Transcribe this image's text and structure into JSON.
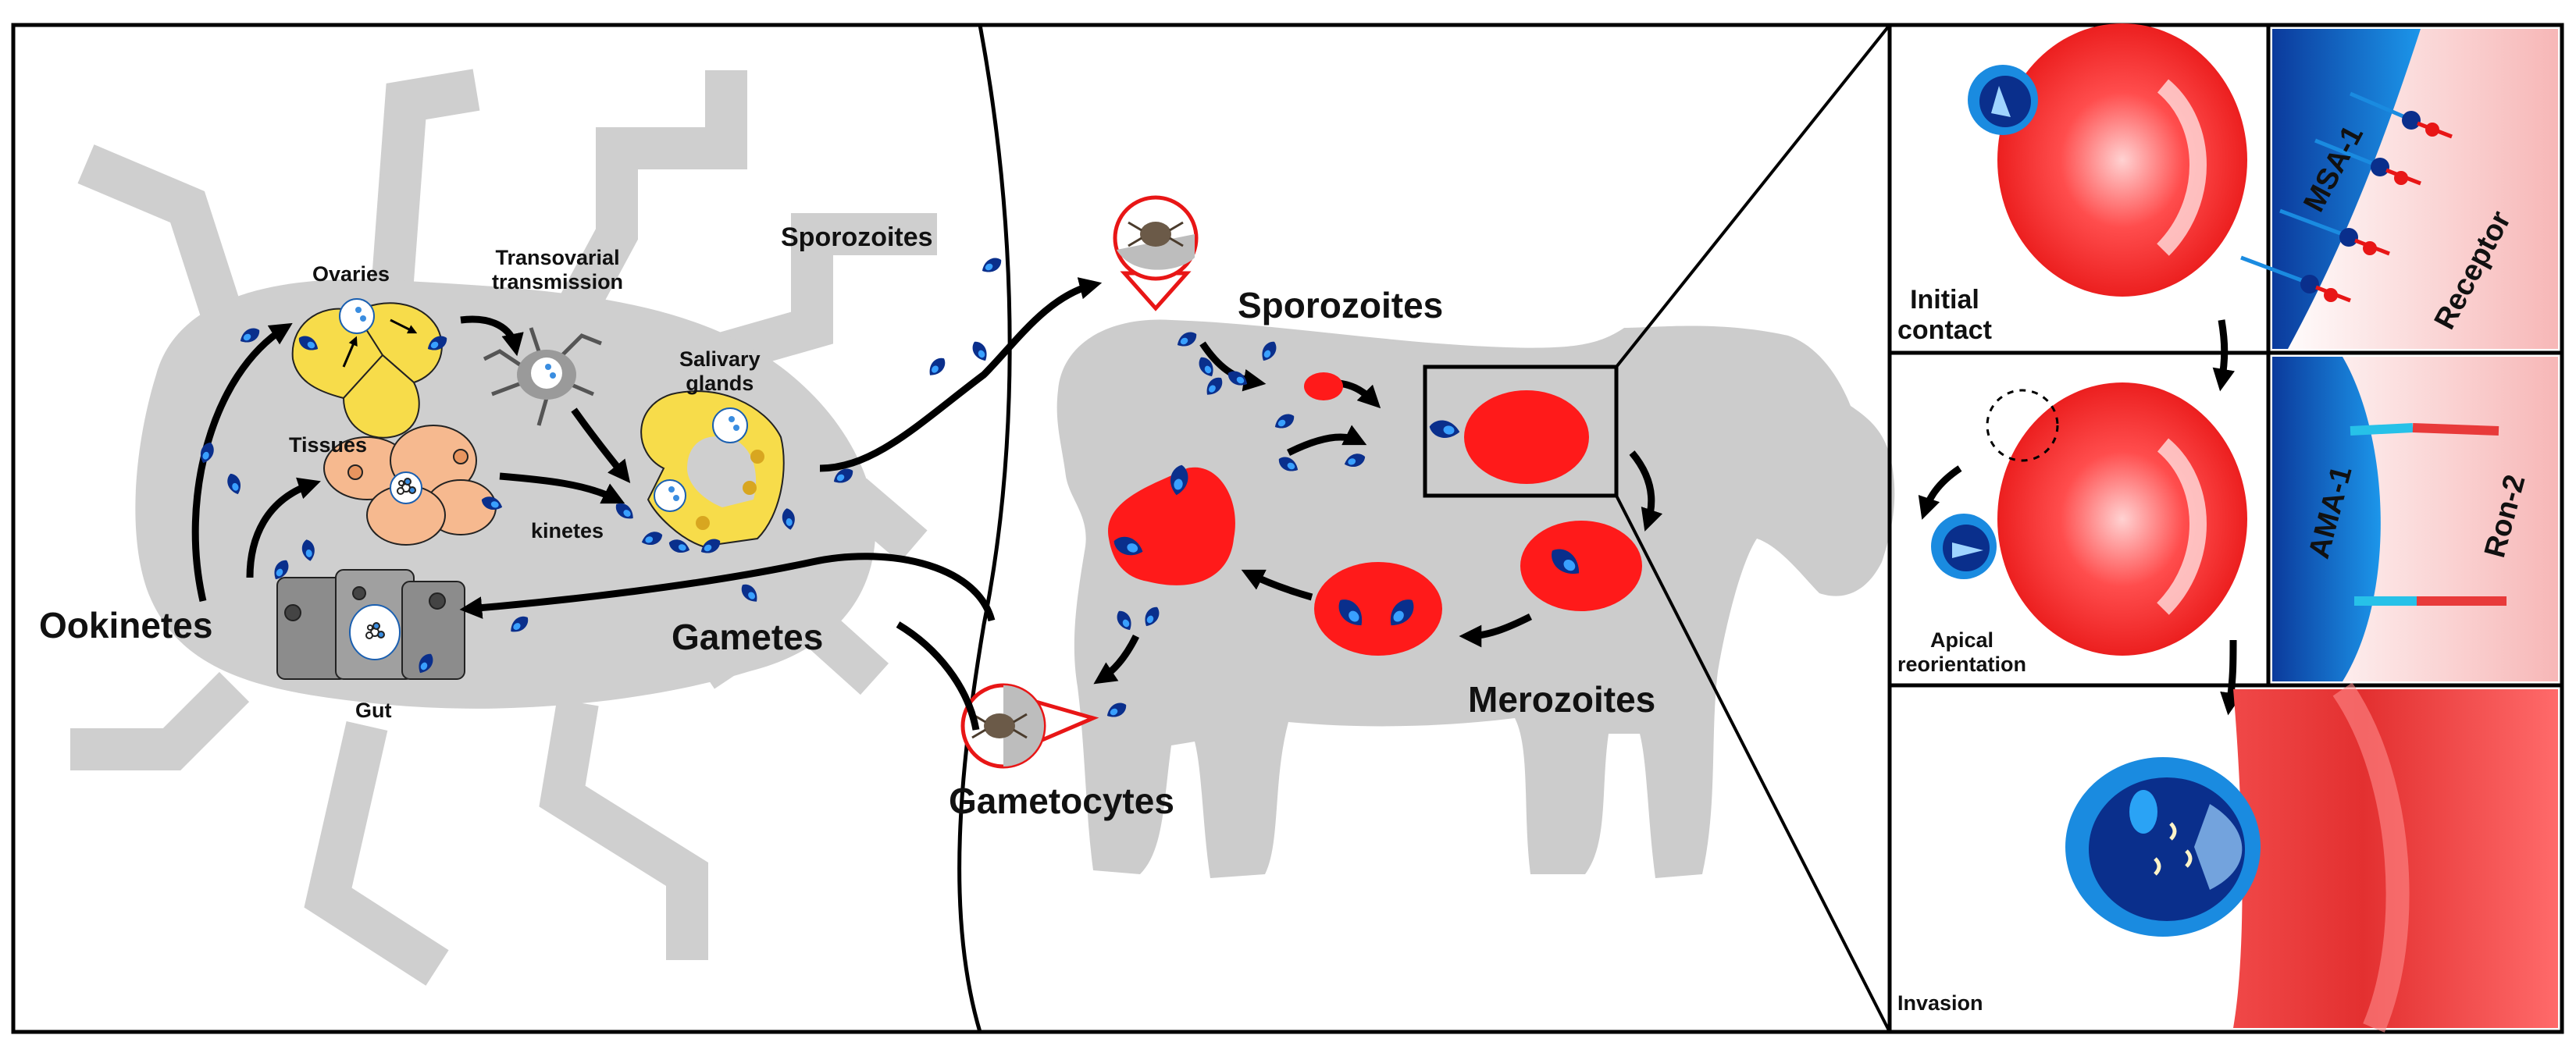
{
  "diagram": {
    "tick_stage": {
      "ovaries": "Ovaries",
      "transovarial": "Transovarial\ntransmission",
      "salivary_glands": "Salivary\nglands",
      "tissues": "Tissues",
      "kinetes": "kinetes",
      "ookinetes": "Ookinetes",
      "gametes": "Gametes",
      "gut": "Gut",
      "sporozoites": "Sporozoites"
    },
    "host_stage": {
      "sporozoites": "Sporozoites",
      "merozoites": "Merozoites",
      "gametocytes": "Gametocytes"
    },
    "invasion_panels": {
      "initial_contact": "Initial\ncontact",
      "msa1": "MSA-1",
      "receptor": "Receptor",
      "apical_reorientation": "Apical\nreorientation",
      "ama1": "AMA-1",
      "ron2": "Ron-2",
      "invasion": "Invasion"
    },
    "colors": {
      "tick_body": "#cfcfcf",
      "cow_body": "#cccccc",
      "rbc_red": "#ff1a1a",
      "parasite_blue": "#0a2f8c",
      "membrane_blue": "#1a8be0",
      "ovary_yellow": "#f7dc4a",
      "tissue_peach": "#f6b98f",
      "gut_gray": "#8c8c8c"
    }
  }
}
